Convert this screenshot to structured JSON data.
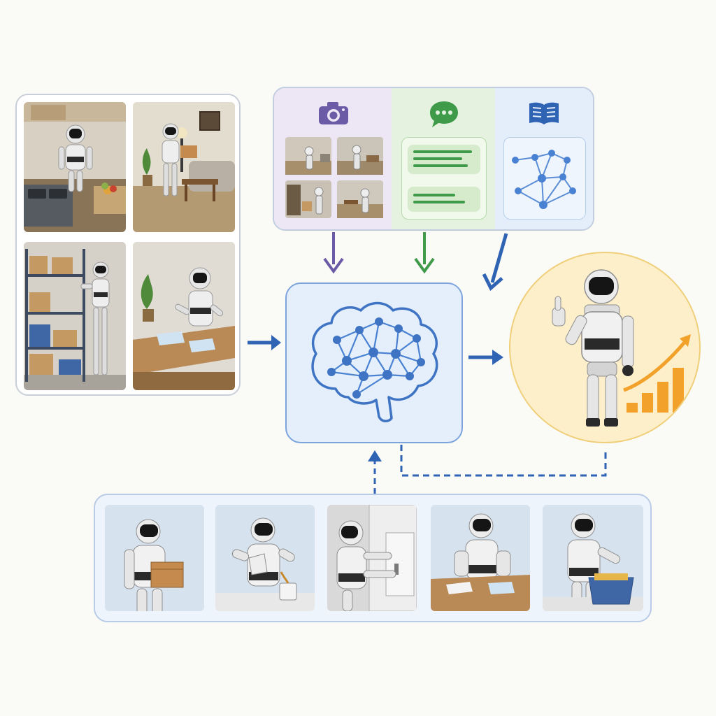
{
  "diagram": {
    "colors": {
      "purple": "#6b5aa6",
      "green": "#3f9a4a",
      "blue": "#2f63b4",
      "panel_border": "#c9cfd8",
      "modality_bg_purple": "#ece6f5",
      "modality_bg_green": "#e5f2df",
      "modality_bg_blue": "#e3eefa",
      "brain_bg": "#e4effb",
      "outcome_bg": "#fcefc9",
      "chart_orange": "#f2a12a"
    },
    "icons": {
      "vision": "camera-icon",
      "language": "chat-bubble-icon",
      "knowledge": "open-book-icon",
      "model": "brain-network-icon",
      "outcome": "thumbs-up-robot-icon",
      "growth": "growth-chart-icon"
    },
    "environment_scenes": [
      "kitchen",
      "living-room",
      "warehouse",
      "office-desk"
    ],
    "skill_scenes": [
      "carry-box",
      "pour-cup",
      "open-cabinet",
      "wipe-table",
      "sort-bin"
    ]
  }
}
